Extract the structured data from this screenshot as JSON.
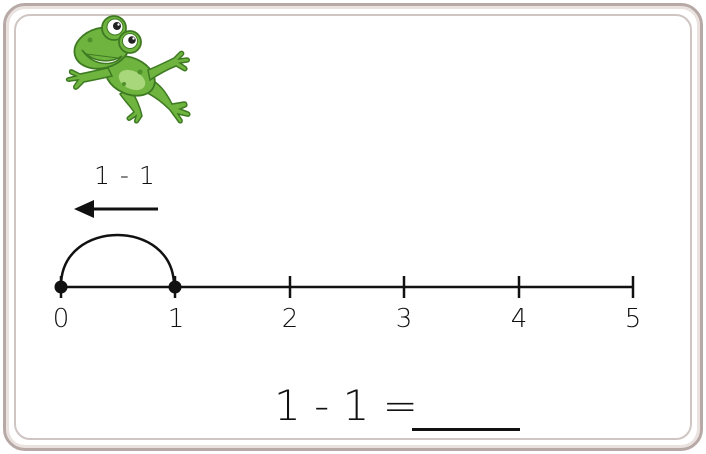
{
  "hop_label": "1 - 1",
  "direction": "left",
  "number_line": {
    "ticks": [
      "0",
      "1",
      "2",
      "3",
      "4",
      "5"
    ],
    "hop_start": 1,
    "hop_end": 0
  },
  "equation": {
    "text": "1 - 1 =",
    "answer": ""
  },
  "icons": {
    "mascot": "frog-icon",
    "arrow": "arrow-left-icon"
  },
  "colors": {
    "frog_green": "#6fb43f",
    "border": "#b7a9a5"
  }
}
